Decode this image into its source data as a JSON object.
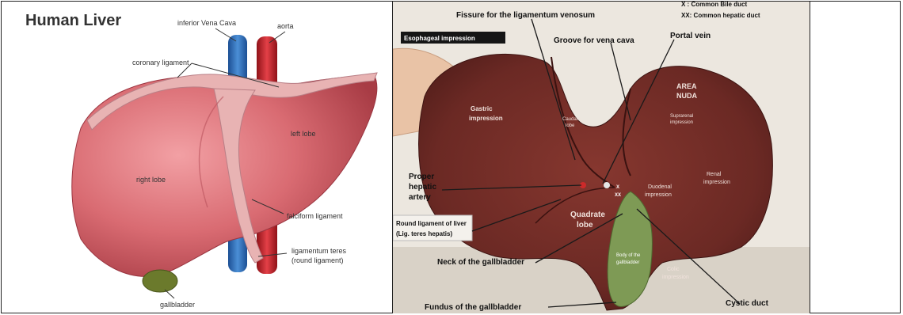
{
  "left_panel": {
    "title": "Human Liver",
    "labels": {
      "ivc": "inferior Vena Cava",
      "aorta": "aorta",
      "coronary": "coronary ligament",
      "left_lobe": "left lobe",
      "right_lobe": "right lobe",
      "falciform": "falciform ligament",
      "teres_1": "ligamentum teres",
      "teres_2": "(round ligament)",
      "gallbladder": "gallbladder"
    },
    "colors": {
      "liver": "#d96b72",
      "ivc": "#2e6fb8",
      "aorta": "#c8272f",
      "ligament": "#e8b3b3",
      "gallbladder": "#6b7a2c"
    }
  },
  "right_panel": {
    "legend_1": "X : Common Bile duct",
    "legend_2": "XX: Common  hepatic duct",
    "labels": {
      "fissure": "Fissure for the ligamentum venosum",
      "esophageal": "Esophageal impression",
      "groove": "Groove for vena cava",
      "portal": "Portal vein",
      "gastric_1": "Gastric",
      "gastric_2": "impression",
      "caudate_1": "Caudate",
      "caudate_2": "lobe",
      "area_1": "AREA",
      "area_2": "NUDA",
      "suprarenal_1": "Suprarenal",
      "suprarenal_2": "impression",
      "proper_1": "Proper",
      "proper_2": "hepatic",
      "proper_3": "artery",
      "renal_1": "Renal",
      "renal_2": "impression",
      "duodenal_1": "Duodenal",
      "duodenal_2": "impression",
      "x_mark": "X",
      "xx_mark": "XX",
      "round_1": "Round ligament of liver",
      "round_2": "(Lig. teres hepatis)",
      "quadrate_1": "Quadrate",
      "quadrate_2": "lobe",
      "neck": "Neck of the gallbladder",
      "body_1": "Body of the",
      "body_2": "gallbladder",
      "colic_1": "Colic",
      "colic_2": "impression",
      "fundus": "Fundus of the gallbladder",
      "cystic": "Cystic duct"
    },
    "colors": {
      "liver": "#6e2a26",
      "background": "#ece7df",
      "gallbladder": "#7e9a55",
      "label_bg": "#151515"
    }
  }
}
